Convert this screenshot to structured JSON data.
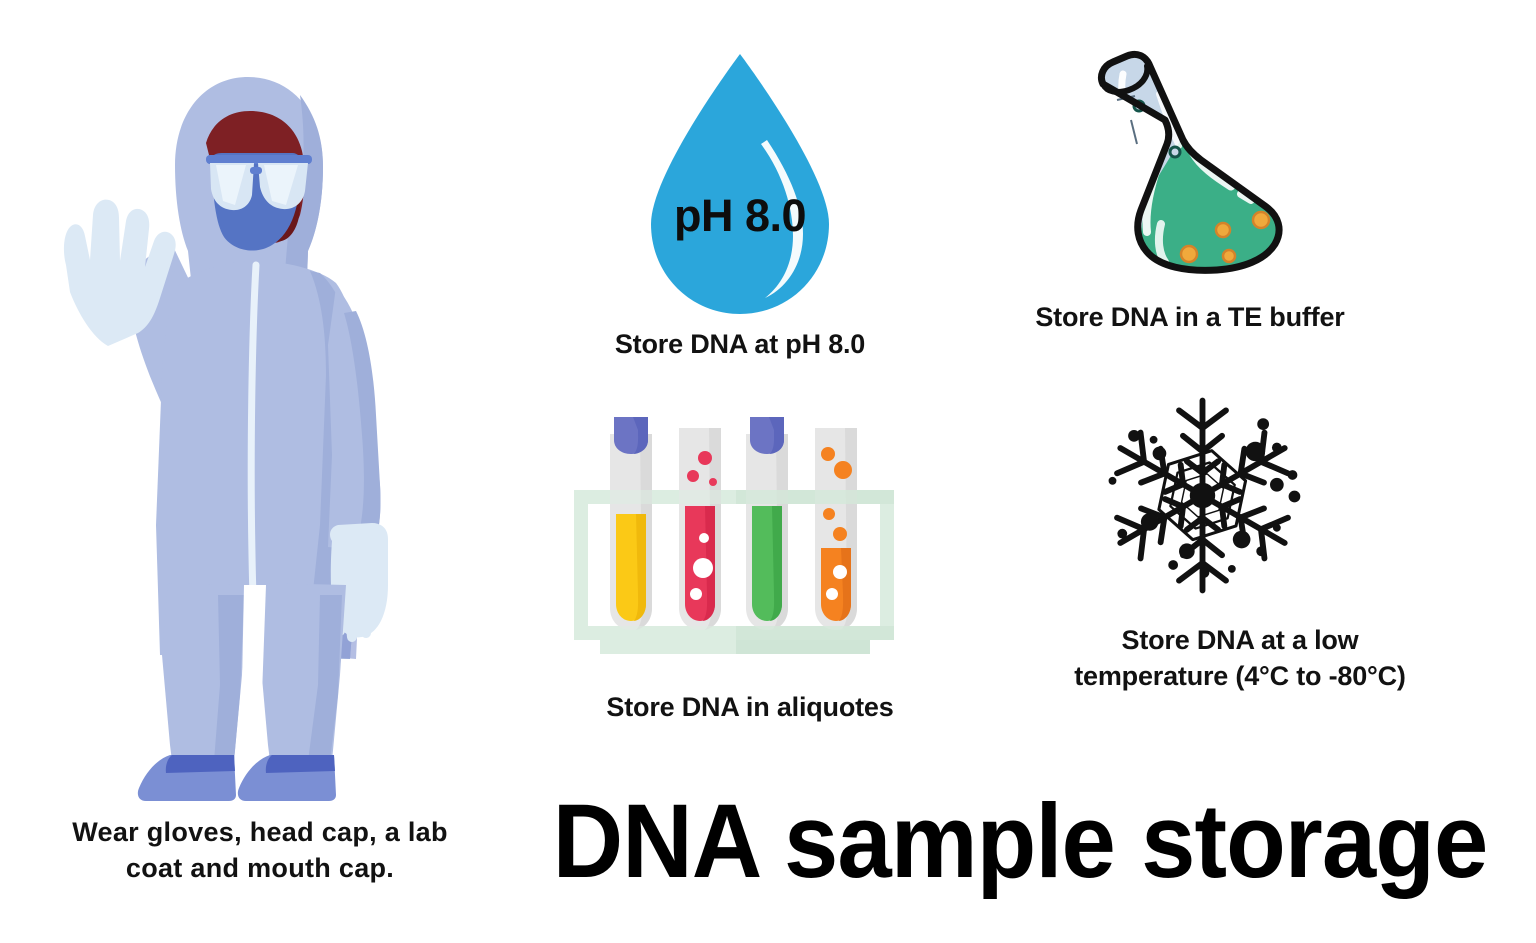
{
  "page": {
    "title": "DNA sample storage",
    "background_color": "#ffffff",
    "type": "infographic"
  },
  "title": {
    "text": "DNA sample storage",
    "color": "#000000"
  },
  "items": [
    {
      "id": "ppe",
      "icon": "scientist-in-ppe-suit-icon",
      "caption": "Wear gloves, head cap, a lab\ncoat and mouth cap."
    },
    {
      "id": "ph",
      "icon": "water-droplet-icon",
      "badge": "pH 8.0",
      "caption": "Store DNA at pH 8.0"
    },
    {
      "id": "aliquotes",
      "icon": "test-tube-rack-icon",
      "caption": "Store DNA in aliquotes"
    },
    {
      "id": "buffer",
      "icon": "erlenmeyer-flask-icon",
      "caption": "Store DNA in a TE buffer"
    },
    {
      "id": "temperature",
      "icon": "snowflake-icon",
      "caption": "Store DNA at a low\ntemperature (4°C to -80°C)"
    }
  ],
  "captions": {
    "ppe": "Wear gloves, head cap, a lab\ncoat and mouth cap.",
    "ph": "Store DNA at pH 8.0",
    "aliquotes": "Store DNA in aliquotes",
    "buffer": "Store DNA in a TE buffer",
    "temperature": "Store DNA at a low\ntemperature (4°C to -80°C)"
  },
  "droplet": {
    "label": "pH 8.0",
    "fill_color": "#2BA6DB",
    "highlight_color": "#ffffff"
  },
  "flask": {
    "outline_color": "#111111",
    "glass_color": "#C7D7E8",
    "liquid_color": "#3BAF87",
    "bubble_color": "#F0A93C"
  },
  "snowflake": {
    "color": "#111111"
  },
  "tubes": {
    "rack_color": "#DCEDE1",
    "glass_color": "#E6E6E6",
    "cap_color": "#6C74C4",
    "liquids": [
      {
        "name": "yellow-sample",
        "color": "#FBC916",
        "capped": true
      },
      {
        "name": "red-sample",
        "color": "#E8385A",
        "capped": false
      },
      {
        "name": "green-sample",
        "color": "#53BC5B",
        "capped": true
      },
      {
        "name": "orange-sample",
        "color": "#F58220",
        "capped": false
      }
    ]
  },
  "scientist": {
    "suit_color": "#AFBDE2",
    "suit_shadow_color": "#8C9BD4",
    "glove_color": "#DCE9F5",
    "shoe_color": "#7B8FD4",
    "shoe_dark_color": "#4E63BF",
    "hair_color": "#7E2024",
    "mask_color": "#5574C4",
    "goggle_color": "#D8E6F4"
  }
}
